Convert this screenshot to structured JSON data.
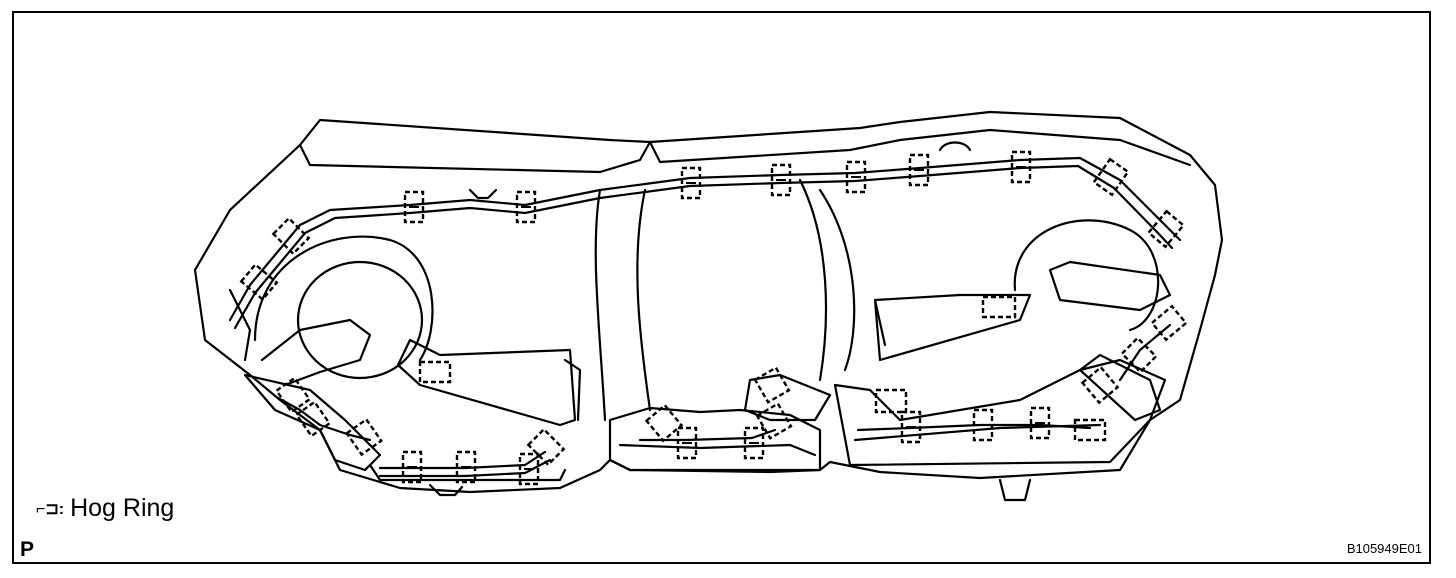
{
  "legend": {
    "symbol": "⌐⊐:",
    "label": "Hog Ring"
  },
  "panel_letter": "P",
  "figure_code": "B105949E01",
  "colors": {
    "line": "#000000",
    "background": "#ffffff"
  },
  "icons": {
    "hog_ring": "hog-ring-icon"
  }
}
